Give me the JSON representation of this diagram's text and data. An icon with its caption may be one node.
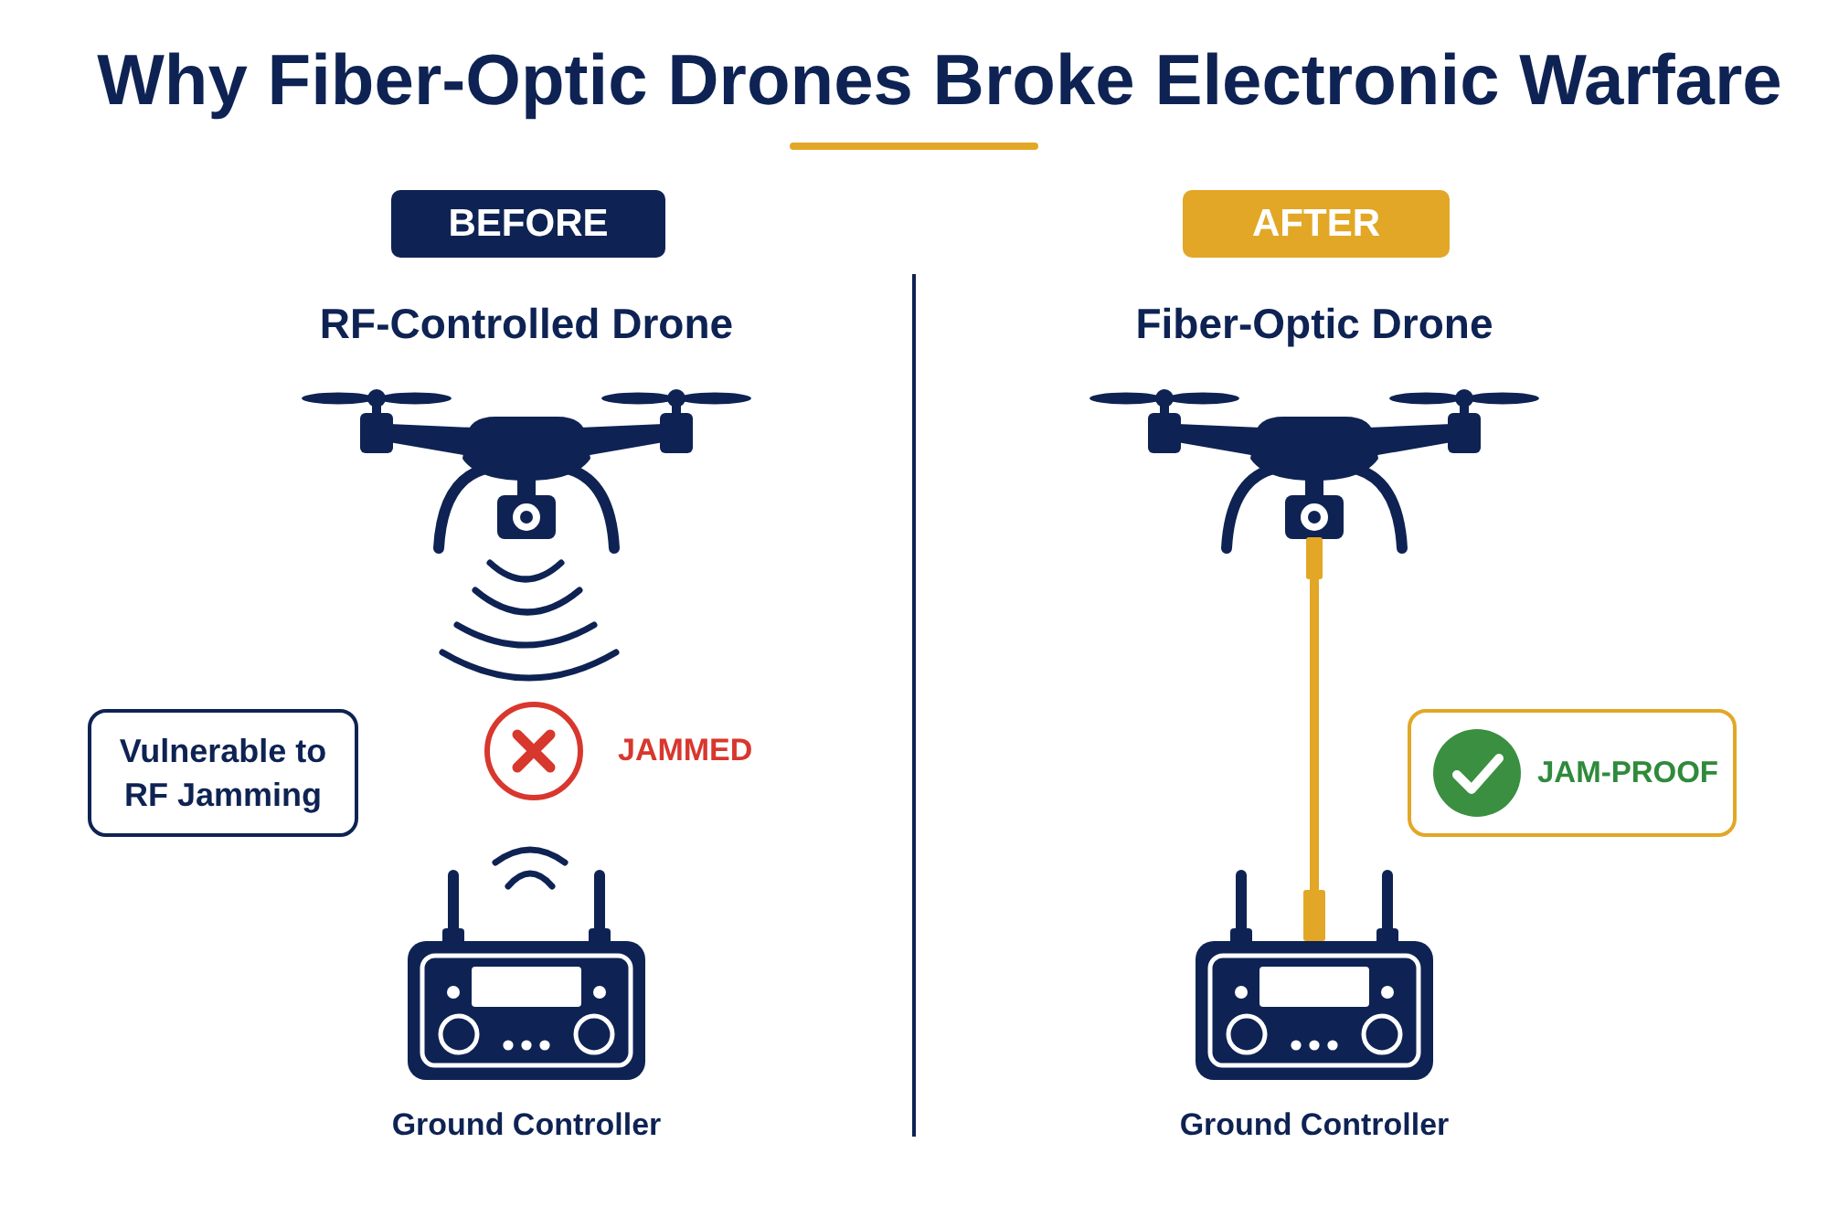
{
  "diagram": {
    "title": "Why Fiber-Optic Drones Broke Electronic Warfare",
    "nodes": [
      {
        "text": [
          "BEFORE"
        ]
      },
      {
        "text": [
          "RF-Controlled Drone"
        ]
      },
      {
        "text": [
          "Vulnerable to RF Jamming"
        ]
      },
      {
        "text": [
          "Ground Controller"
        ]
      },
      {
        "text": [
          "AFTER"
        ]
      },
      {
        "text": [
          "Fiber-Optic Drone"
        ]
      },
      {
        "text": [
          "JAM-PROOF"
        ]
      },
      {
        "text": [
          "Ground Controller"
        ]
      }
    ],
    "edges": [
      {
        "from": 5,
        "to": 7,
        "arrow": "none",
        "color": "#e2a726"
      }
    ],
    "labels": [
      "JAMMED"
    ]
  }
}
